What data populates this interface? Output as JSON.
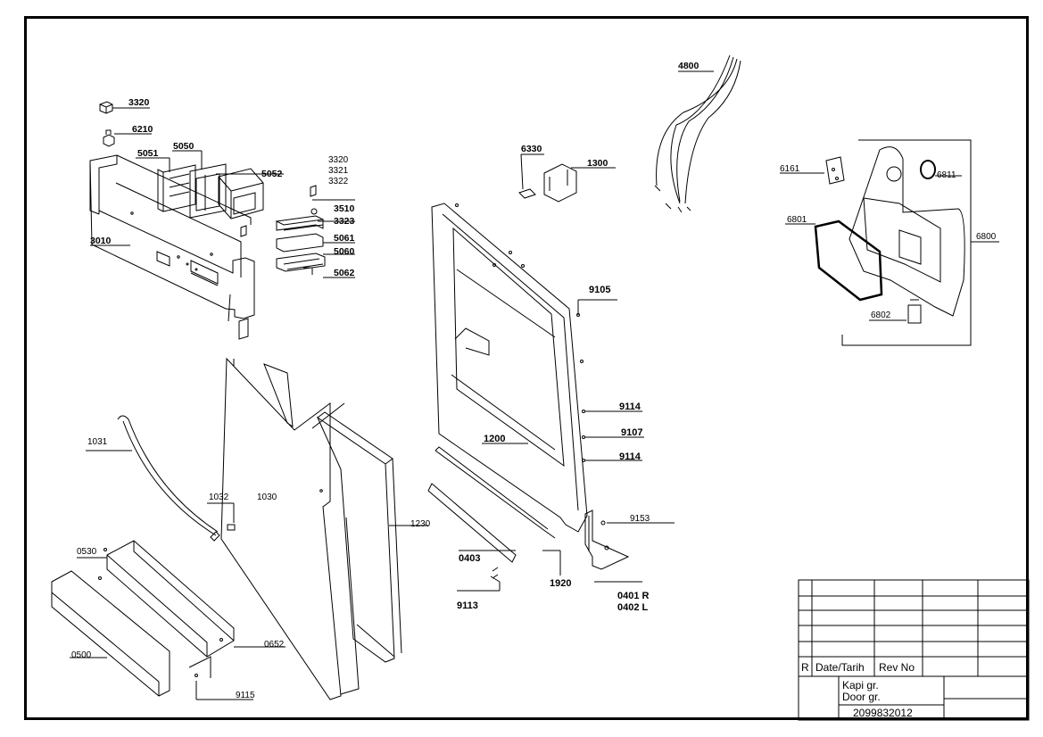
{
  "diagram": {
    "labels": {
      "p3320": "3320",
      "p6210": "6210",
      "p5051": "5051",
      "p5050": "5050",
      "p5052a": "5052",
      "p3010": "3010",
      "stack1": "3320",
      "stack2": "3321",
      "stack3": "3322",
      "p3510": "3510",
      "p3323": "3323",
      "p5061": "5061",
      "p5060": "5060",
      "p5062": "5062",
      "p6330": "6330",
      "p1300": "1300",
      "p4800": "4800",
      "p6161": "6161",
      "p6811": "6811",
      "p6801": "6801",
      "p6800": "6800",
      "p6802": "6802",
      "p9105": "9105",
      "p9114a": "9114",
      "p9107": "9107",
      "p9114b": "9114",
      "p1200": "1200",
      "p9153": "9153",
      "p0403": "0403",
      "p1920": "1920",
      "p0401": "0401 R",
      "p0402": "0402 L",
      "p9113": "9113",
      "p1031": "1031",
      "p1032": "1032",
      "p1030": "1030",
      "p1230": "1230",
      "p0530": "0530",
      "p0500": "0500",
      "p0652": "0652",
      "p9115": "9115"
    },
    "title_block": {
      "r": "R",
      "date": "Date/Tarih",
      "rev": "Rev No",
      "name1": "Kapi gr.",
      "name2": "Door gr.",
      "number": "2099832012"
    }
  }
}
